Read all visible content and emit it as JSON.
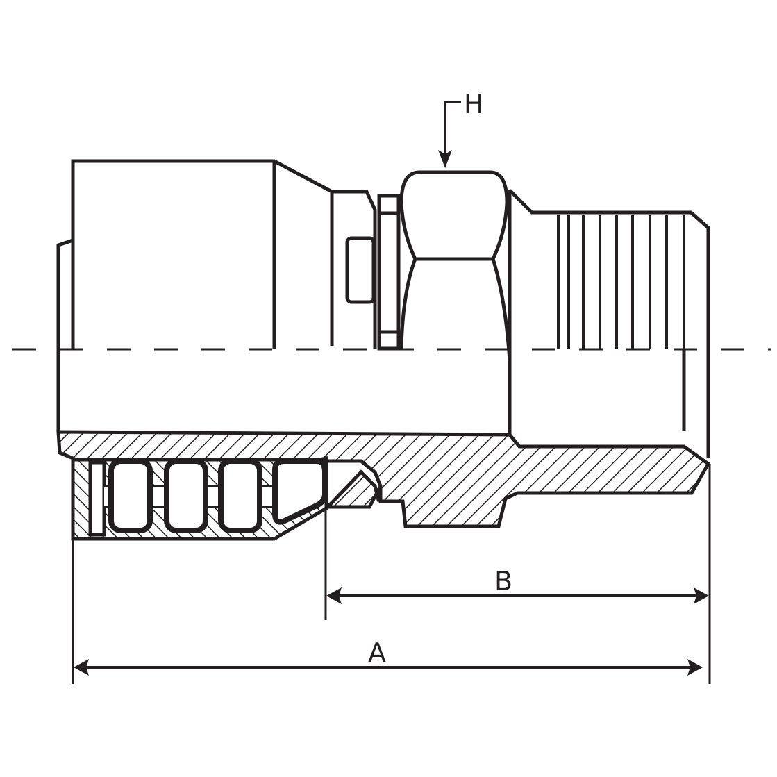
{
  "diagram": {
    "type": "technical-drawing",
    "subject": "hydraulic hose fitting, male thread, half-section view",
    "colors": {
      "line": "#231f20",
      "background": "#ffffff"
    },
    "dimension_labels": {
      "hex": "H",
      "overall_length": "A",
      "insertion_length": "B"
    },
    "features": [
      "centerline",
      "ferrule",
      "hex-nut",
      "male-thread",
      "hose-barbs",
      "section-hatching"
    ]
  }
}
